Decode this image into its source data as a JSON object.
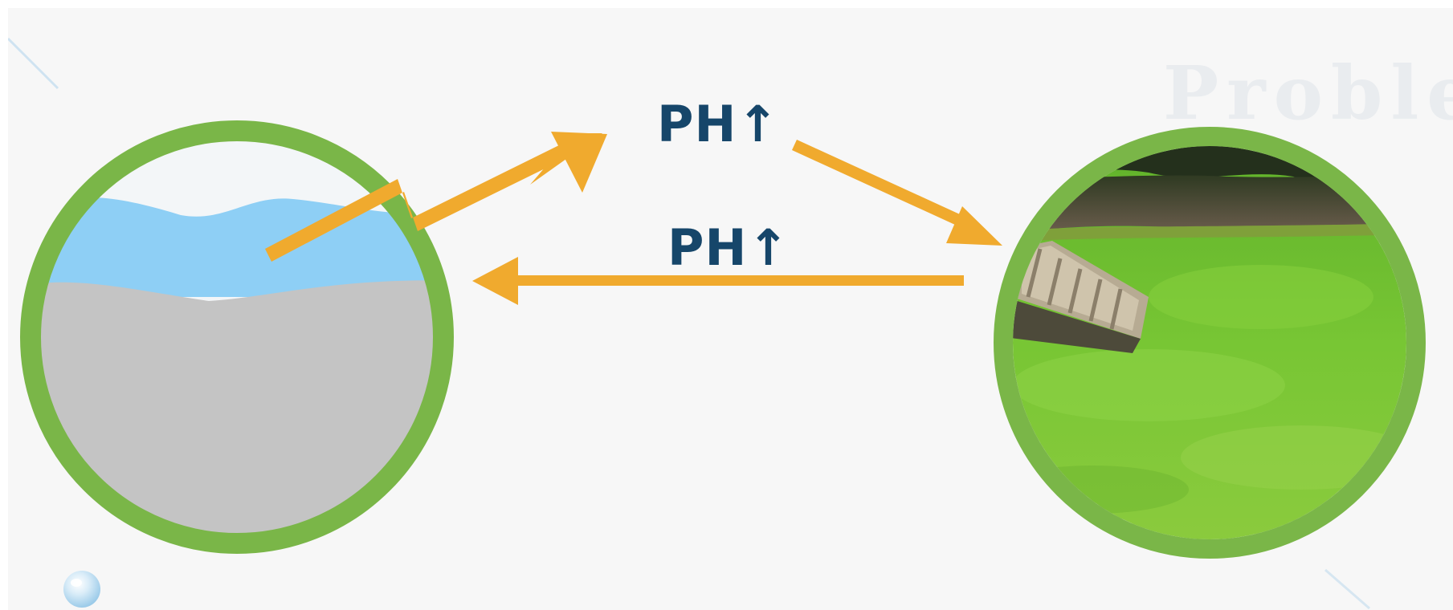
{
  "labels": {
    "upper_ph": "PH↑",
    "lower_ph": "PH↑",
    "watermark": "Problem"
  },
  "colors": {
    "background": "#f7f7f7",
    "circle_ring": "#7ab648",
    "water": "#8ecff5",
    "sediment": "#c4c4c4",
    "arrow": "#f0aa2e",
    "ph_text": "#16466a",
    "algae_water": "#6fc32a"
  },
  "icons": {
    "left_circle": "pond-cross-section-icon",
    "right_circle": "algae-pond-photo",
    "lightning": "lightning-arrow-icon",
    "bubble": "water-bubble-icon"
  }
}
